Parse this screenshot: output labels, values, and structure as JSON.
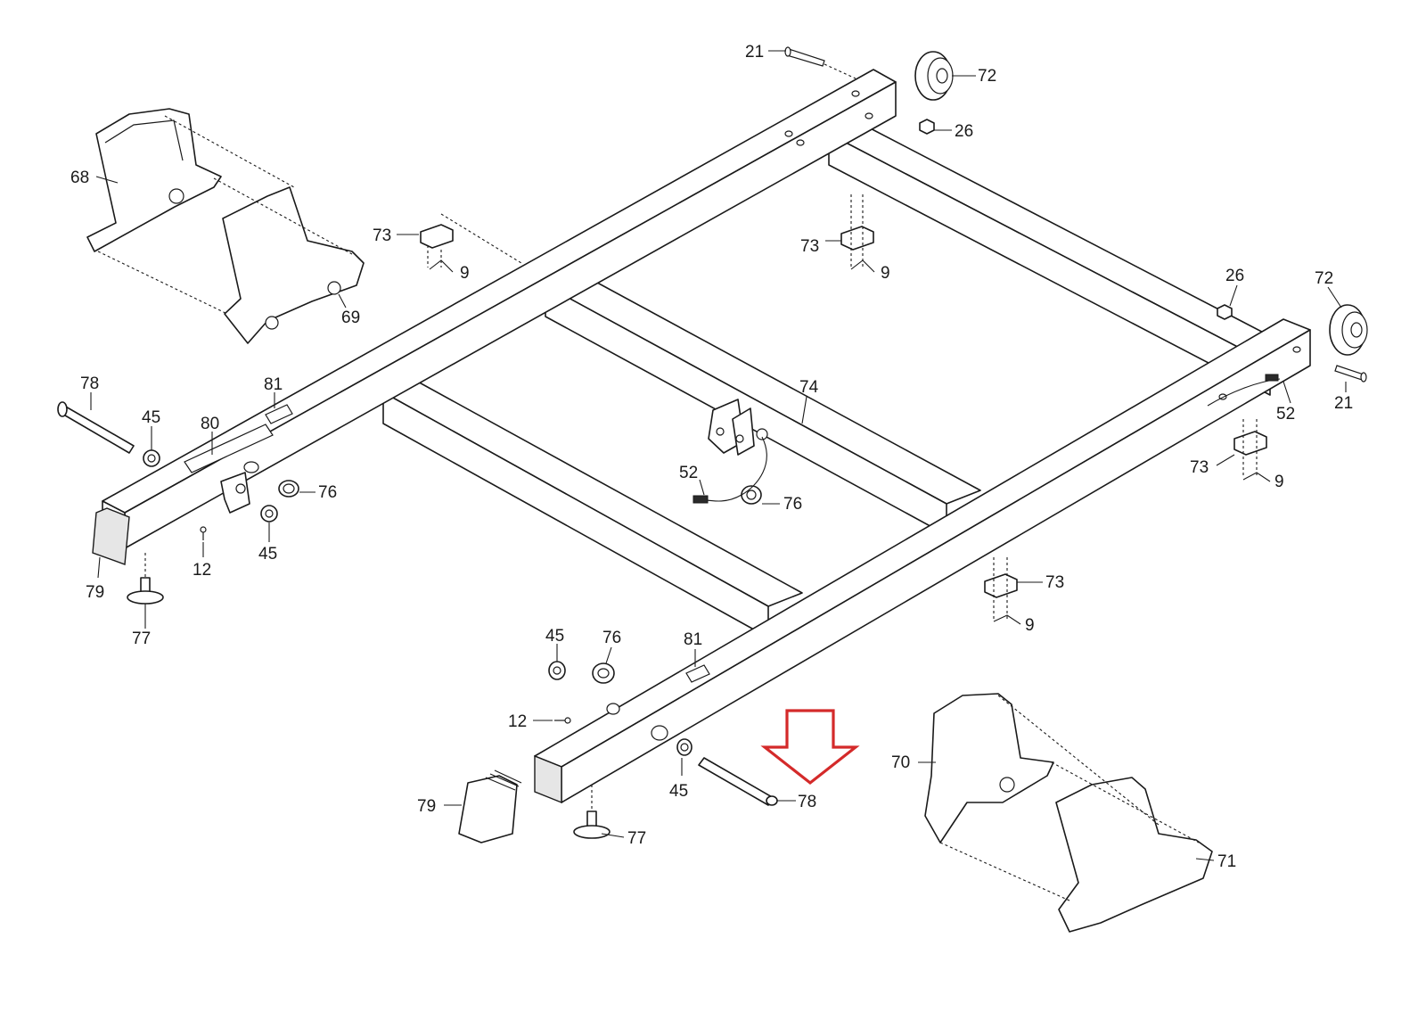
{
  "callouts": [
    {
      "id": "c21a",
      "label": "21"
    },
    {
      "id": "c72a",
      "label": "72"
    },
    {
      "id": "c26a",
      "label": "26"
    },
    {
      "id": "c68",
      "label": "68"
    },
    {
      "id": "c69",
      "label": "69"
    },
    {
      "id": "c73a",
      "label": "73"
    },
    {
      "id": "c9a",
      "label": "9"
    },
    {
      "id": "c73b",
      "label": "73"
    },
    {
      "id": "c9b",
      "label": "9"
    },
    {
      "id": "c26b",
      "label": "26"
    },
    {
      "id": "c72b",
      "label": "72"
    },
    {
      "id": "c21b",
      "label": "21"
    },
    {
      "id": "c52a",
      "label": "52"
    },
    {
      "id": "c73c",
      "label": "73"
    },
    {
      "id": "c9c",
      "label": "9"
    },
    {
      "id": "c74",
      "label": "74"
    },
    {
      "id": "c78a",
      "label": "78"
    },
    {
      "id": "c45a",
      "label": "45"
    },
    {
      "id": "c81a",
      "label": "81"
    },
    {
      "id": "c80",
      "label": "80"
    },
    {
      "id": "c76a",
      "label": "76"
    },
    {
      "id": "c12a",
      "label": "12"
    },
    {
      "id": "c45b",
      "label": "45"
    },
    {
      "id": "c79a",
      "label": "79"
    },
    {
      "id": "c77a",
      "label": "77"
    },
    {
      "id": "c52b",
      "label": "52"
    },
    {
      "id": "c76b",
      "label": "76"
    },
    {
      "id": "c73d",
      "label": "73"
    },
    {
      "id": "c9d",
      "label": "9"
    },
    {
      "id": "c45c",
      "label": "45"
    },
    {
      "id": "c76c",
      "label": "76"
    },
    {
      "id": "c81b",
      "label": "81"
    },
    {
      "id": "c12b",
      "label": "12"
    },
    {
      "id": "c45d",
      "label": "45"
    },
    {
      "id": "c78b",
      "label": "78"
    },
    {
      "id": "c79b",
      "label": "79"
    },
    {
      "id": "c77b",
      "label": "77"
    },
    {
      "id": "c70",
      "label": "70"
    },
    {
      "id": "c71",
      "label": "71"
    }
  ],
  "highlight": {
    "color": "#d42a2a",
    "target_part": "78"
  }
}
